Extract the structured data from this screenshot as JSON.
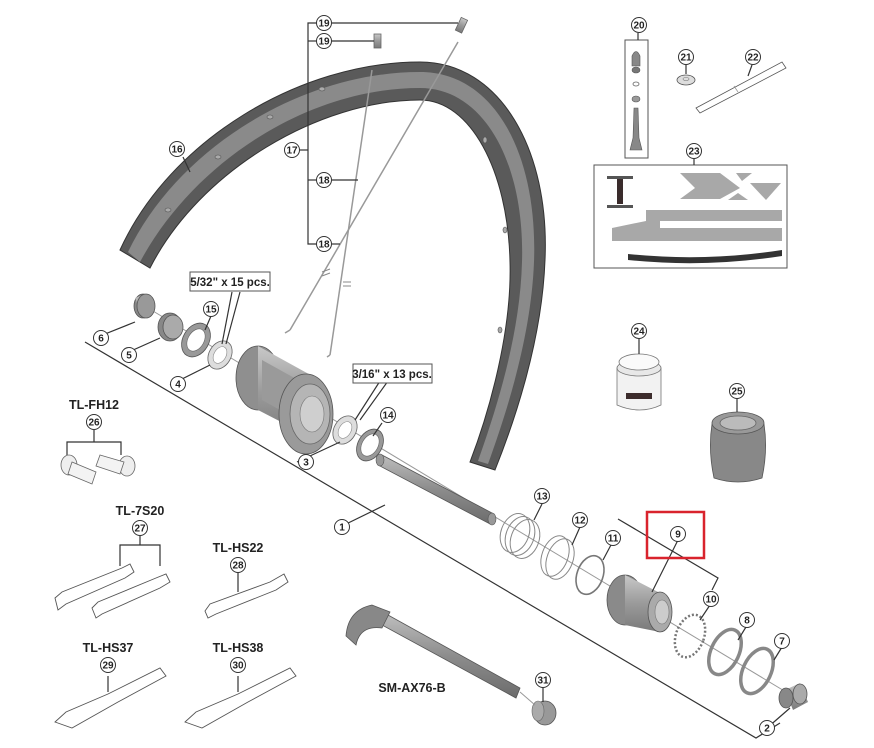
{
  "diagram": {
    "title": "Rear hub / wheel exploded parts view",
    "callouts": [
      {
        "id": "1",
        "label": "1"
      },
      {
        "id": "2",
        "label": "2"
      },
      {
        "id": "3",
        "label": "3"
      },
      {
        "id": "4",
        "label": "4"
      },
      {
        "id": "5",
        "label": "5"
      },
      {
        "id": "6",
        "label": "6"
      },
      {
        "id": "7",
        "label": "7"
      },
      {
        "id": "8",
        "label": "8"
      },
      {
        "id": "9",
        "label": "9",
        "highlighted": true
      },
      {
        "id": "10",
        "label": "10"
      },
      {
        "id": "11",
        "label": "11"
      },
      {
        "id": "12",
        "label": "12"
      },
      {
        "id": "13",
        "label": "13"
      },
      {
        "id": "14",
        "label": "14"
      },
      {
        "id": "15",
        "label": "15"
      },
      {
        "id": "16",
        "label": "16"
      },
      {
        "id": "17",
        "label": "17"
      },
      {
        "id": "18a",
        "label": "18"
      },
      {
        "id": "18b",
        "label": "18"
      },
      {
        "id": "19a",
        "label": "19"
      },
      {
        "id": "19b",
        "label": "19"
      },
      {
        "id": "20",
        "label": "20"
      },
      {
        "id": "21",
        "label": "21"
      },
      {
        "id": "22",
        "label": "22"
      },
      {
        "id": "23",
        "label": "23"
      },
      {
        "id": "24",
        "label": "24"
      },
      {
        "id": "25",
        "label": "25"
      },
      {
        "id": "26",
        "label": "26"
      },
      {
        "id": "27",
        "label": "27"
      },
      {
        "id": "28",
        "label": "28"
      },
      {
        "id": "29",
        "label": "29"
      },
      {
        "id": "30",
        "label": "30"
      },
      {
        "id": "31",
        "label": "31"
      }
    ],
    "ball_notes": {
      "left": "5/32\" x 15 pcs.",
      "right": "3/16\" x 13 pcs."
    },
    "tool_models": {
      "tl_fh12": "TL-FH12",
      "tl_7s20": "TL-7S20",
      "tl_hs22": "TL-HS22",
      "tl_hs37": "TL-HS37",
      "tl_hs38": "TL-HS38",
      "sm_ax76_b": "SM-AX76-B"
    },
    "colors": {
      "highlight": "#d9232d",
      "part_fill": "#9a9a9a",
      "part_dark": "#6e6e6e",
      "rim_dark": "#4a4a4a",
      "line": "#333333"
    }
  }
}
